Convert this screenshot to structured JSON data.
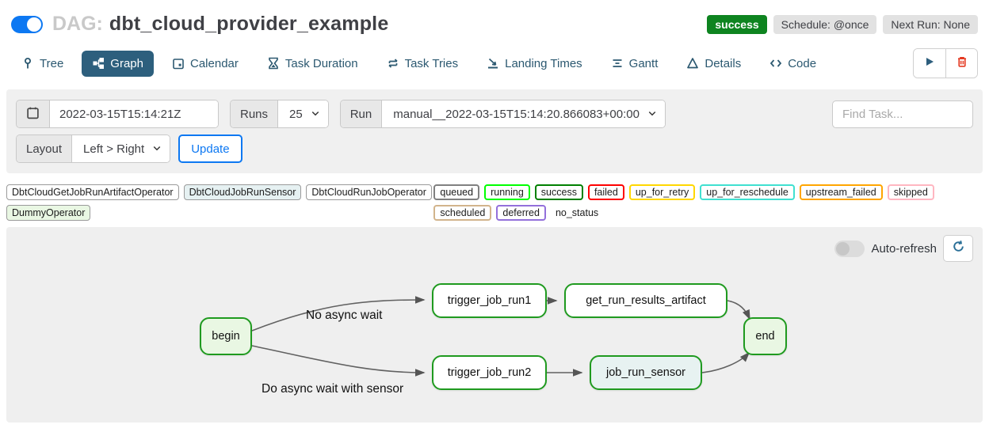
{
  "header": {
    "dag_prefix": "DAG:",
    "dag_title": "dbt_cloud_provider_example",
    "status_badge": "success",
    "schedule_badge": "Schedule: @once",
    "next_run_badge": "Next Run: None",
    "status_color": "#0e8420"
  },
  "tabs": [
    {
      "label": "Tree",
      "icon": "tree-icon",
      "active": false
    },
    {
      "label": "Graph",
      "icon": "graph-icon",
      "active": true
    },
    {
      "label": "Calendar",
      "icon": "calendar-icon",
      "active": false
    },
    {
      "label": "Task Duration",
      "icon": "hourglass-icon",
      "active": false
    },
    {
      "label": "Task Tries",
      "icon": "repeat-icon",
      "active": false
    },
    {
      "label": "Landing Times",
      "icon": "landing-icon",
      "active": false
    },
    {
      "label": "Gantt",
      "icon": "gantt-icon",
      "active": false
    },
    {
      "label": "Details",
      "icon": "triangle-icon",
      "active": false
    },
    {
      "label": "Code",
      "icon": "code-icon",
      "active": false
    }
  ],
  "toolbar": {
    "play_icon": "play-icon",
    "delete_icon": "trash-icon",
    "accent_blue": "#0d78f2",
    "delete_red": "#e43921"
  },
  "filters": {
    "date_value": "2022-03-15T15:14:21Z",
    "runs_label": "Runs",
    "runs_value": "25",
    "run_label": "Run",
    "run_value": "manual__2022-03-15T15:14:20.866083+00:00",
    "find_task_placeholder": "Find Task...",
    "layout_label": "Layout",
    "layout_value": "Left > Right",
    "update_label": "Update"
  },
  "legend": {
    "operators": [
      {
        "label": "DbtCloudGetJobRunArtifactOperator",
        "color": "#ffffff"
      },
      {
        "label": "DbtCloudJobRunSensor",
        "color": "#e6f1f2"
      },
      {
        "label": "DbtCloudRunJobOperator",
        "color": "#ffffff"
      },
      {
        "label": "DummyOperator",
        "color": "#e9f7e3"
      }
    ],
    "states": [
      {
        "label": "queued",
        "color": "#808080"
      },
      {
        "label": "running",
        "color": "#00ff00"
      },
      {
        "label": "success",
        "color": "#008000"
      },
      {
        "label": "failed",
        "color": "#ff0000"
      },
      {
        "label": "up_for_retry",
        "color": "#ffd700"
      },
      {
        "label": "up_for_reschedule",
        "color": "#40e0d0"
      },
      {
        "label": "upstream_failed",
        "color": "#ffa500"
      },
      {
        "label": "skipped",
        "color": "#ffb6c1"
      },
      {
        "label": "scheduled",
        "color": "#d2b48c"
      },
      {
        "label": "deferred",
        "color": "#9370db"
      },
      {
        "label": "no_status",
        "color": "none"
      }
    ]
  },
  "graph": {
    "auto_refresh_label": "Auto-refresh",
    "refresh_icon": "refresh-icon",
    "node_border_color": "#1f9a1f",
    "nodes": [
      {
        "id": "begin",
        "label": "begin",
        "fill": "#e9f7e3"
      },
      {
        "id": "trigger_job_run1",
        "label": "trigger_job_run1",
        "fill": "#ffffff"
      },
      {
        "id": "get_run_results_artifact",
        "label": "get_run_results_artifact",
        "fill": "#ffffff"
      },
      {
        "id": "trigger_job_run2",
        "label": "trigger_job_run2",
        "fill": "#ffffff"
      },
      {
        "id": "job_run_sensor",
        "label": "job_run_sensor",
        "fill": "#e7f2f1"
      },
      {
        "id": "end",
        "label": "end",
        "fill": "#e9f7e3"
      }
    ],
    "edge_labels": [
      {
        "text": "No async wait"
      },
      {
        "text": "Do async wait with sensor"
      }
    ]
  }
}
